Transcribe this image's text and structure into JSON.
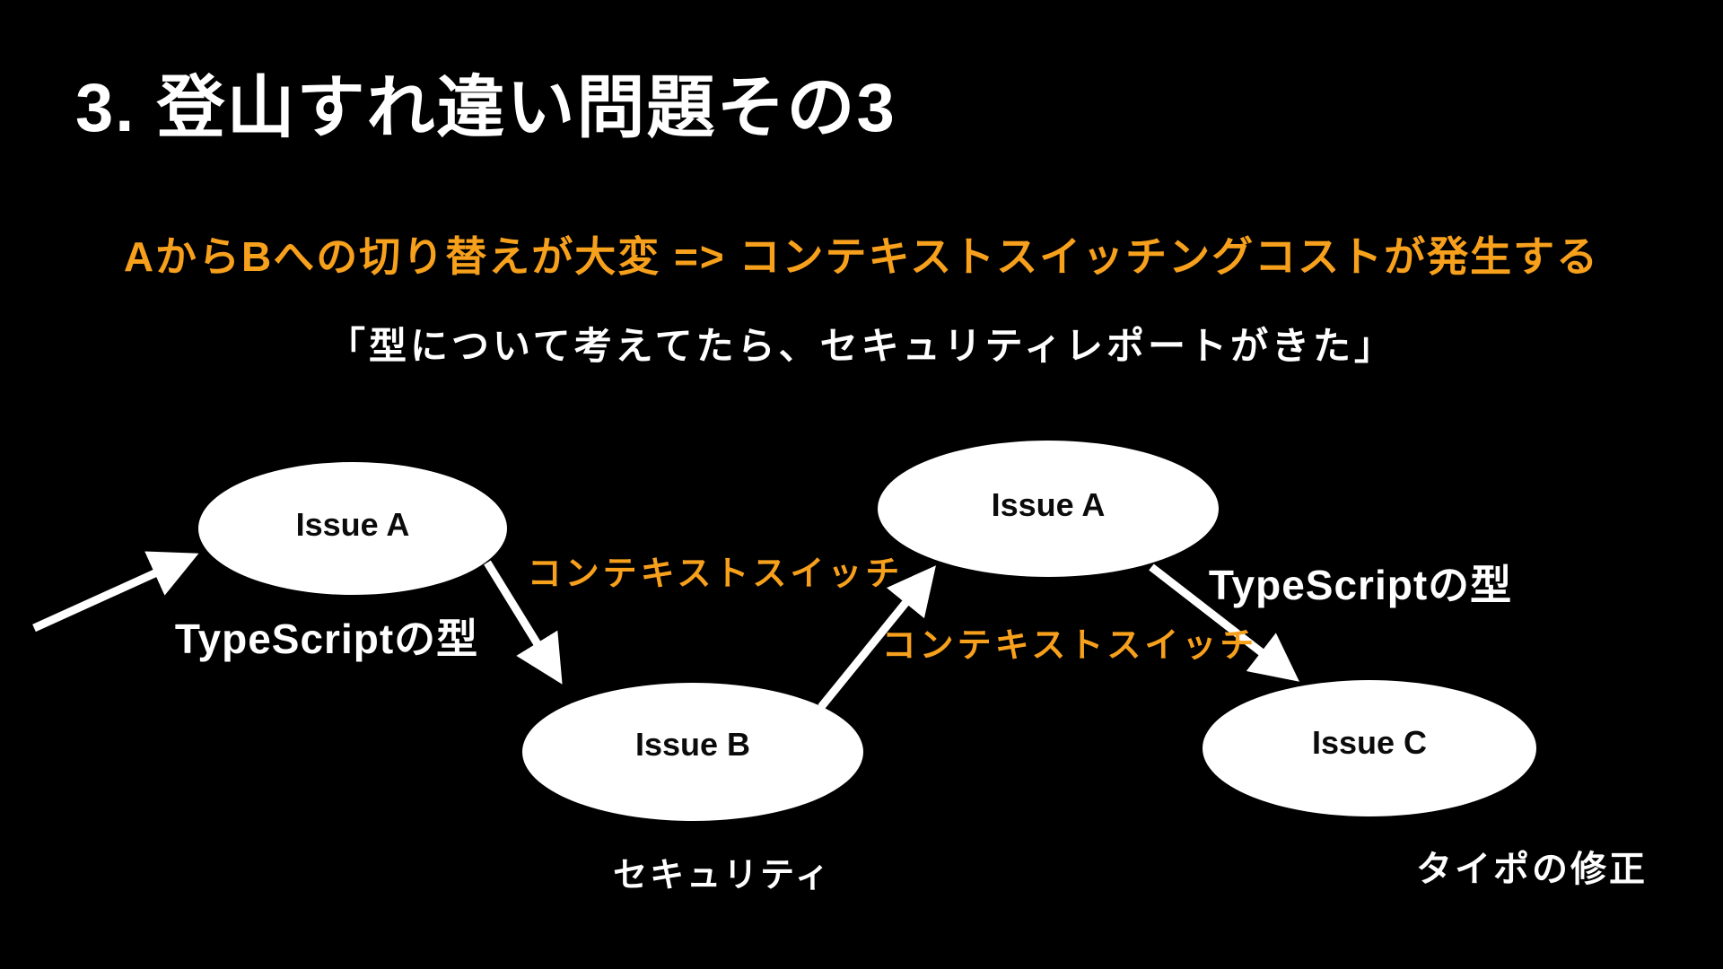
{
  "slide": {
    "title": "3. 登山すれ違い問題その3",
    "subtitle": "AからBへの切り替えが大変 => コンテキストスイッチングコストが発生する",
    "quote": "「型について考えてたら、セキュリティレポートがきた」",
    "colors": {
      "background": "#000000",
      "accent_orange": "#F7A01C",
      "text_white": "#FFFFFF",
      "node_fill": "#FFFFFF",
      "node_text": "#0B0B0B"
    }
  },
  "diagram": {
    "nodes": [
      {
        "id": "issue-a-1",
        "label": "Issue A",
        "caption": "TypeScriptの型"
      },
      {
        "id": "issue-b",
        "label": "Issue B",
        "caption": "セキュリティ"
      },
      {
        "id": "issue-a-2",
        "label": "Issue A",
        "caption": "TypeScriptの型"
      },
      {
        "id": "issue-c",
        "label": "Issue C",
        "caption": "タイポの修正"
      }
    ],
    "edge_labels": [
      {
        "id": "context-switch-1",
        "text": "コンテキストスイッチ"
      },
      {
        "id": "context-switch-2",
        "text": "コンテキストスイッチ"
      }
    ]
  }
}
